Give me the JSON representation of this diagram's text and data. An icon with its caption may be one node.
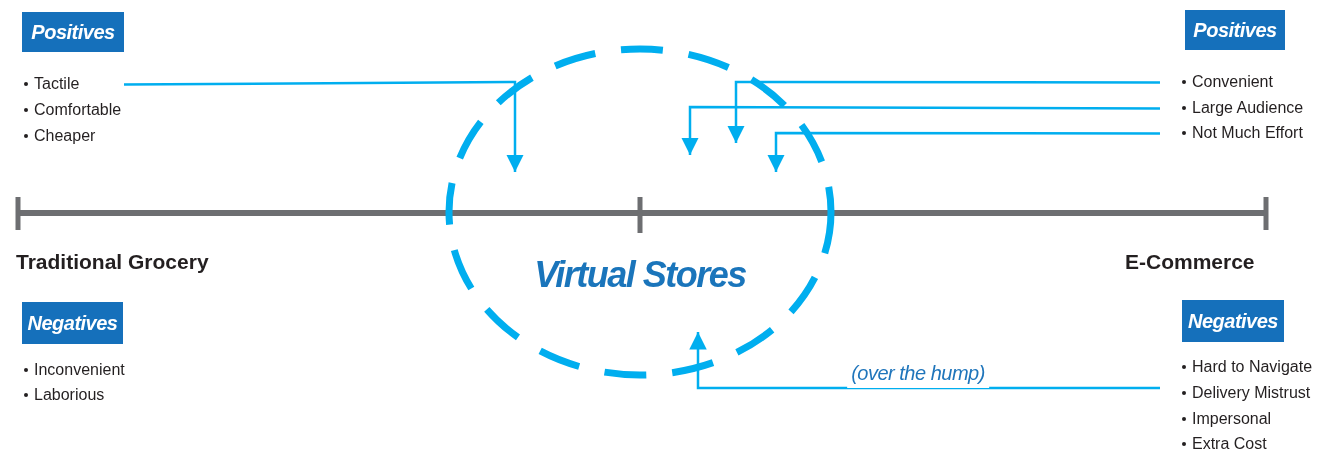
{
  "diagram": {
    "nodes": [
      {
        "text": [
          "Positives"
        ]
      },
      {
        "text": [
          "Tactile"
        ]
      },
      {
        "text": [
          "Positives"
        ]
      },
      {
        "text": [
          "Convenient"
        ]
      },
      {
        "text": [
          "Large Audience"
        ]
      },
      {
        "text": [
          "Not Much Effort"
        ]
      },
      {
        "text": [
          "Virtual Stores"
        ]
      },
      {
        "text": [
          "Negatives"
        ]
      },
      {
        "text": [
          "Negatives"
        ]
      }
    ],
    "edges": [
      {
        "from": 1,
        "to": 6,
        "arrow": "to"
      },
      {
        "from": 3,
        "to": 6,
        "arrow": "to"
      },
      {
        "from": 4,
        "to": 6,
        "arrow": "to"
      },
      {
        "from": 5,
        "to": 6,
        "arrow": "to"
      },
      {
        "from": null,
        "to": 6,
        "arrow": "to",
        "label": "(over the hump)"
      }
    ],
    "labels": [
      "Comfortable",
      "Cheaper",
      "Traditional Grocery",
      "E-Commerce",
      "Inconvenient",
      "Laborious",
      "Hard to Navigate",
      "Delivery Mistrust",
      "Impersonal",
      "Extra Cost"
    ]
  }
}
